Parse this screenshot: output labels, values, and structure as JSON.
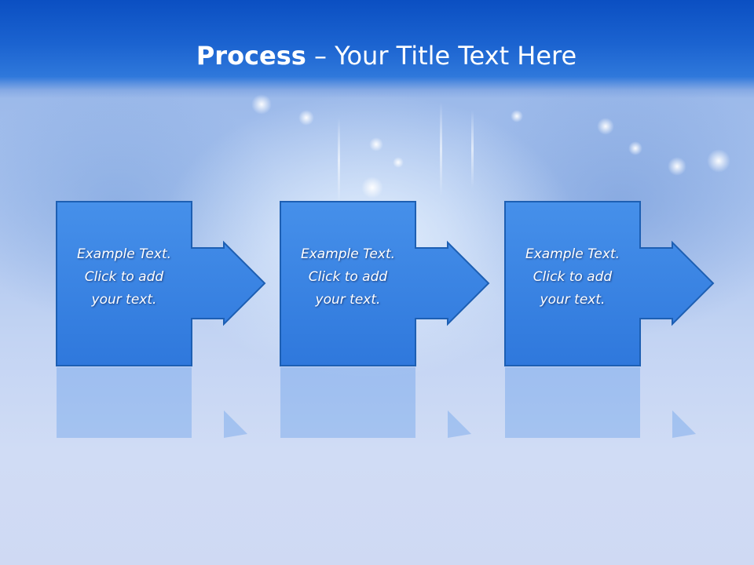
{
  "title": {
    "bold": "Process",
    "rest": " – Your Title Text Here"
  },
  "steps": [
    {
      "line1": "Example Text.",
      "line2": "Click  to add",
      "line3": "your text."
    },
    {
      "line1": "Example Text.",
      "line2": "Click  to add",
      "line3": "your text."
    },
    {
      "line1": "Example Text.",
      "line2": "Click  to add",
      "line3": "your text."
    }
  ],
  "colors": {
    "header": "#1b63d0",
    "box_fill": "#3a85e6",
    "box_stroke": "#1d5fb3",
    "text": "#ffffff"
  },
  "icons": [
    "right-arrow-icon",
    "right-arrow-icon",
    "right-arrow-icon"
  ]
}
